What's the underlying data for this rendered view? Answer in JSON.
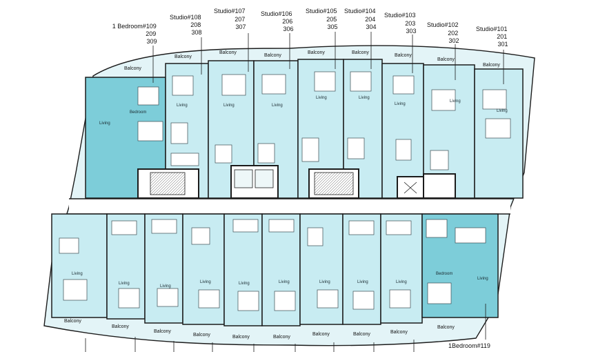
{
  "colors": {
    "unit_fill": "#c8ecf2",
    "unit_highlight": "#7dcdd9",
    "balcony_fill": "#e3f4f7",
    "wall": "#1b1b1b",
    "fixture": "#3a4a50"
  },
  "top_labels": [
    {
      "lines": [
        "1 Bedroom#109",
        "209",
        "309"
      ]
    },
    {
      "lines": [
        "Studio#108",
        "208",
        "308"
      ]
    },
    {
      "lines": [
        "Studio#107",
        "207",
        "307"
      ]
    },
    {
      "lines": [
        "Studio#106",
        "206",
        "306"
      ]
    },
    {
      "lines": [
        "Studio#105",
        "205",
        "305"
      ]
    },
    {
      "lines": [
        "Studio#104",
        "204",
        "304"
      ]
    },
    {
      "lines": [
        "Studio#103",
        "203",
        "303"
      ]
    },
    {
      "lines": [
        "Studio#102",
        "202",
        "302"
      ]
    },
    {
      "lines": [
        "Studio#101",
        "201",
        "301"
      ]
    }
  ],
  "bottom_label": "1Bedroom#119",
  "room_labels": {
    "living": "Living",
    "bedroom": "Bedroom"
  },
  "balcony_label": "Balcony"
}
